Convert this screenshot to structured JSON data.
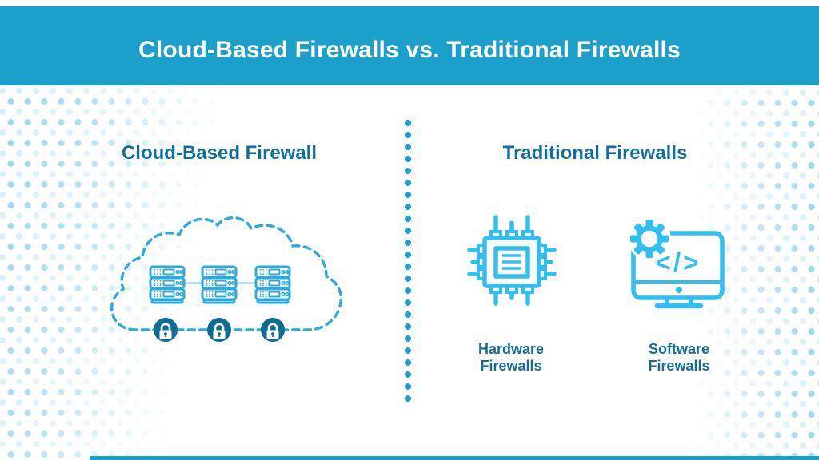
{
  "header": {
    "title": "Cloud-Based Firewalls vs. Traditional Firewalls"
  },
  "left_panel": {
    "heading": "Cloud-Based Firewall",
    "illustration": {
      "icon": "cloud-servers-locks-illustration",
      "server_stacks": 3,
      "lock_badges": 3
    }
  },
  "right_panel": {
    "heading": "Traditional Firewalls",
    "items": [
      {
        "icon": "chip-icon",
        "label_line1": "Hardware",
        "label_line2": "Firewalls"
      },
      {
        "icon": "monitor-code-icon",
        "code_glyph": "</>",
        "label_line1": "Software",
        "label_line2": "Firewalls"
      }
    ]
  },
  "divider": {
    "dot_count": 24
  },
  "colors": {
    "header_bg": "#1BA0CB",
    "heading_text": "#146E99",
    "icon_cyan": "#31BEF0",
    "cloud_cyan": "#2BAADF",
    "lock_circle": "#0E6D94",
    "divider_dot": "#1CA0CB"
  }
}
